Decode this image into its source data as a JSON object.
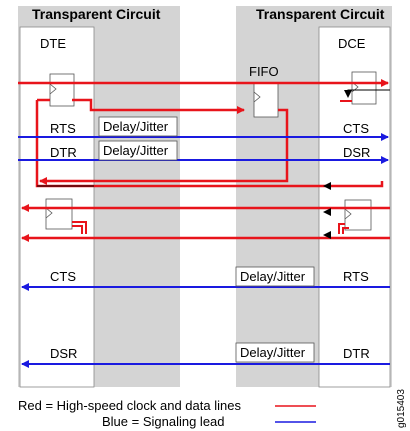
{
  "headers": {
    "left": "Transparent Circuit",
    "right": "Transparent Circuit"
  },
  "devices": {
    "left": "DTE",
    "right": "DCE"
  },
  "fifo_label": "FIFO",
  "signals": {
    "rts": "RTS",
    "dtr": "DTR",
    "cts_right": "CTS",
    "dsr_right": "DSR",
    "cts_left": "CTS",
    "rts_right": "RTS",
    "dsr_left": "DSR",
    "dtr_right": "DTR"
  },
  "delay_boxes": [
    "Delay/Jitter",
    "Delay/Jitter",
    "Delay/Jitter",
    "Delay/Jitter"
  ],
  "legend": {
    "red": "Red = High-speed clock and data lines",
    "blue": "Blue = Signaling lead"
  },
  "figure_id": "g015403",
  "colors": {
    "red": "#e8141b",
    "blue": "#1a1ae0",
    "panel": "#d4d4d4",
    "device": "#ffffff"
  }
}
